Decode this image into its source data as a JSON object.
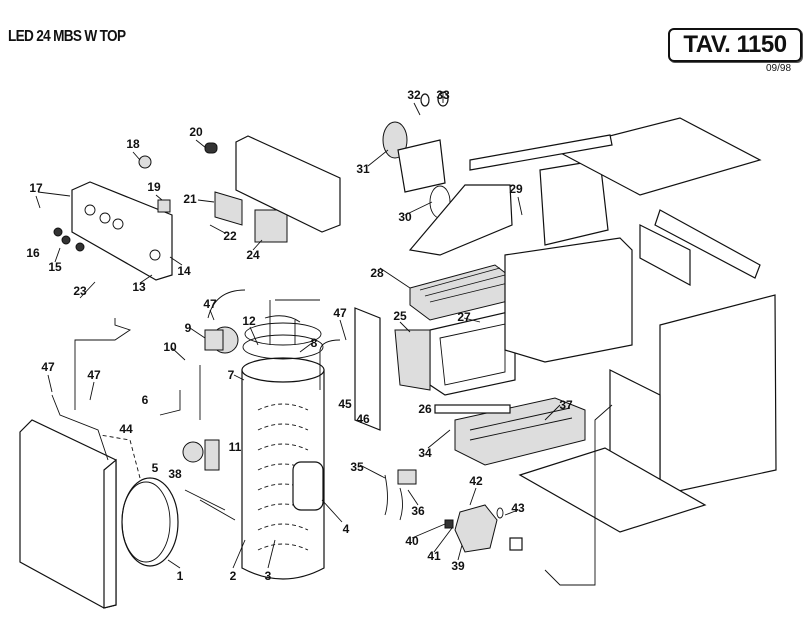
{
  "header": {
    "model": "LED 24 MBS W TOP",
    "table": "TAV.  1150",
    "date": "09/98"
  },
  "callouts": [
    "1",
    "2",
    "3",
    "4",
    "5",
    "6",
    "7",
    "8",
    "9",
    "10",
    "11",
    "12",
    "13",
    "14",
    "15",
    "16",
    "17",
    "18",
    "19",
    "20",
    "21",
    "22",
    "23",
    "24",
    "25",
    "26",
    "27",
    "28",
    "29",
    "30",
    "31",
    "32",
    "33",
    "34",
    "35",
    "36",
    "37",
    "38",
    "39",
    "40",
    "41",
    "42",
    "43",
    "44",
    "45",
    "46",
    "47"
  ]
}
